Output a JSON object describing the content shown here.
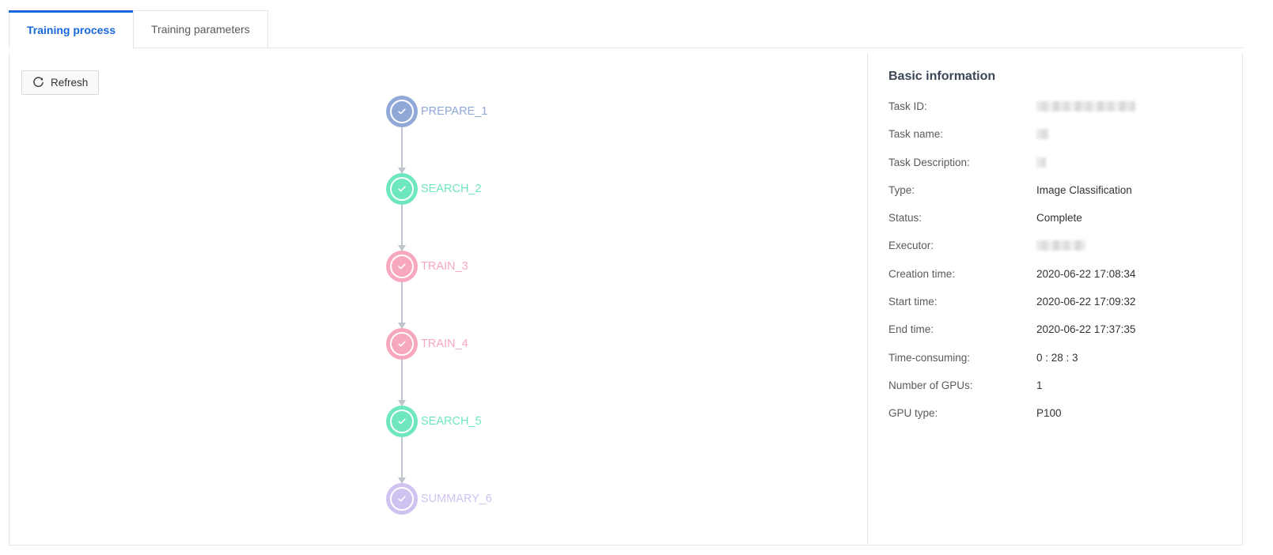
{
  "tabs": [
    {
      "label": "Training process",
      "active": true
    },
    {
      "label": "Training parameters",
      "active": false
    }
  ],
  "toolbar": {
    "refresh_label": "Refresh",
    "refresh_icon": "refresh-icon"
  },
  "flow": {
    "nodes": [
      {
        "label": "PREPARE_1",
        "color": "#8fa8d8",
        "status_icon": "check-circle-icon"
      },
      {
        "label": "SEARCH_2",
        "color": "#6ee7c0",
        "status_icon": "check-circle-icon"
      },
      {
        "label": "TRAIN_3",
        "color": "#f7a8bf",
        "status_icon": "check-circle-icon"
      },
      {
        "label": "TRAIN_4",
        "color": "#f7a8bf",
        "status_icon": "check-circle-icon"
      },
      {
        "label": "SEARCH_5",
        "color": "#6ee7c0",
        "status_icon": "check-circle-icon"
      },
      {
        "label": "SUMMARY_6",
        "color": "#cfc2f0",
        "status_icon": "check-circle-icon"
      }
    ],
    "connector_color": "#bfc5cc"
  },
  "info": {
    "title": "Basic information",
    "rows": [
      {
        "label": "Task ID:",
        "value": "",
        "redacted": true,
        "redacted_width": 125
      },
      {
        "label": "Task name:",
        "value": "",
        "redacted": true,
        "redacted_width": 16
      },
      {
        "label": "Task Description:",
        "value": "",
        "redacted": true,
        "redacted_width": 12
      },
      {
        "label": "Type:",
        "value": "Image Classification",
        "redacted": false
      },
      {
        "label": "Status:",
        "value": "Complete",
        "redacted": false
      },
      {
        "label": "Executor:",
        "value": "",
        "redacted": true,
        "redacted_width": 62
      },
      {
        "label": "Creation time:",
        "value": "2020-06-22  17:08:34",
        "redacted": false
      },
      {
        "label": "Start time:",
        "value": "2020-06-22  17:09:32",
        "redacted": false
      },
      {
        "label": "End time:",
        "value": "2020-06-22  17:37:35",
        "redacted": false
      },
      {
        "label": "Time-consuming:",
        "value": "0 : 28 : 3",
        "redacted": false
      },
      {
        "label": "Number of GPUs:",
        "value": "1",
        "redacted": false
      },
      {
        "label": "GPU type:",
        "value": "P100",
        "redacted": false
      }
    ]
  },
  "colors": {
    "accent": "#1668dc",
    "border": "#e4e4e4",
    "text": "#333333",
    "muted": "#5a5a5a"
  }
}
